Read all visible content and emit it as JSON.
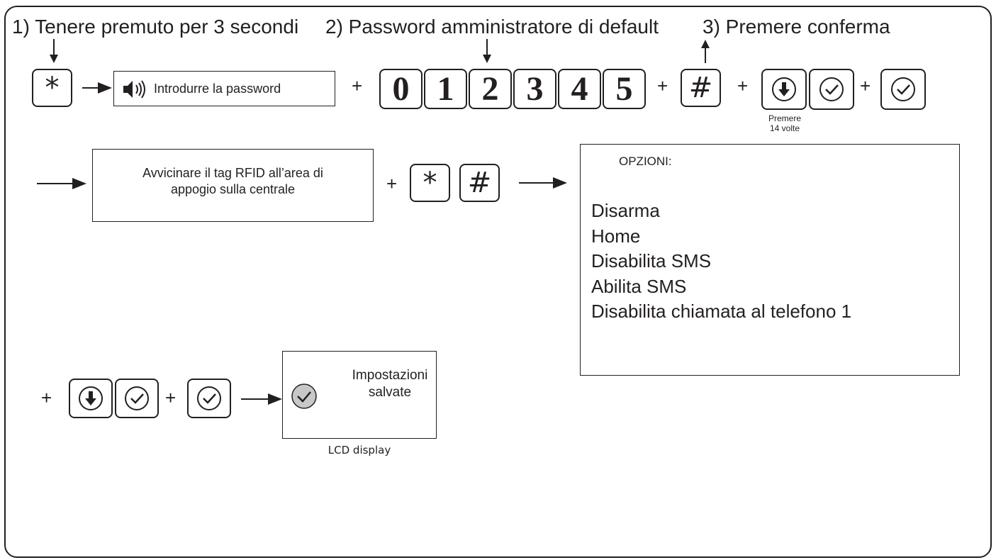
{
  "steps": {
    "step1": "1) Tenere premuto per 3 secondi",
    "step2": "2) Password amministratore di default",
    "step3": "3) Premere conferma"
  },
  "keys": {
    "star": "*",
    "hash": "#",
    "digits": [
      "0",
      "1",
      "2",
      "3",
      "4",
      "5"
    ]
  },
  "plus_sign": "+",
  "prompt_text": "Introdurre la password",
  "press_note_line1": "Premere",
  "press_note_line2": "14 volte",
  "rfid_instruction_line1": "Avvicinare il tag RFID all’area di",
  "rfid_instruction_line2": "appogio sulla centrale",
  "options": {
    "title": "OPZIONI:",
    "items": [
      "Disarma",
      "Home",
      "Disabilita SMS",
      "Abilita SMS",
      "Disabilita chiamata al telefono 1"
    ]
  },
  "lcd": {
    "message_line1": "Impostazioni",
    "message_line2": "salvate",
    "caption": "LCD display"
  },
  "icons": [
    "speaker-icon",
    "arrow-down-icon",
    "check-icon",
    "arrow-right-icon"
  ],
  "colors": {
    "ink": "#231f20",
    "check_circle_fill": "#c8c8c8"
  }
}
